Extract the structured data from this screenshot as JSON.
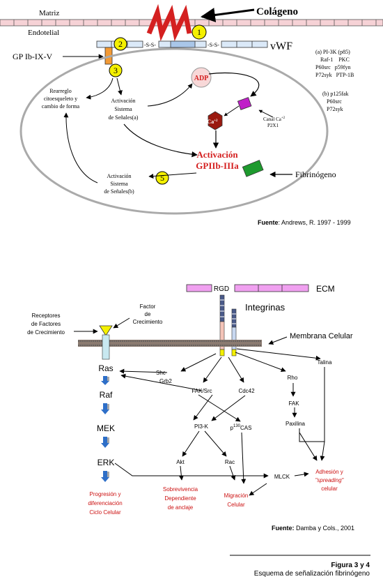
{
  "fig1": {
    "collagen": "Colágeno",
    "matrix_line1": "Matriz",
    "matrix_line2": "Endotelial",
    "vwf": "vWF",
    "ss": "-S-S-",
    "gp_ib": "GP Ib-IX-V",
    "num1": "1",
    "num2": "2",
    "num3": "3",
    "num5": "5",
    "adp": "ADP",
    "ca": "Ca",
    "ca_sup": "+2",
    "canal_line1": "Canal Ca",
    "canal_sup": "+2",
    "canal_line2": "P2X1",
    "fibrinogen": "Fibrinógeno",
    "activation_line1": "Activación",
    "activation_line2": "GPIIb-IIIa",
    "rearreglo": [
      "Rearreglo",
      "citoesqueleto y",
      "cambio de forma"
    ],
    "sig_a": [
      "Activación",
      "Sistema",
      "de Señales(a)"
    ],
    "sig_b": [
      "Activación",
      "Sistema",
      "de Señales(b)"
    ],
    "list_a": [
      "(a) PI-3K (p85)",
      "Raf-1    PKC",
      "P60src   p59fyn",
      "P72syk   PTP-1B"
    ],
    "list_b": [
      "(b) p125fak",
      "P60src",
      "P72syk"
    ],
    "source_label": "Fuente",
    "source_text": ": Andrews, R. 1997 - 1999"
  },
  "fig2": {
    "rgd": "RGD",
    "ecm": "ECM",
    "integrinas": "Integrinas",
    "receptores": [
      "Receptores",
      "de Factores",
      "de Crecimiento"
    ],
    "factor": [
      "Factor",
      "de",
      "Crecimiento"
    ],
    "membrana": "Membrana Celular",
    "ras": "Ras",
    "raf": "Raf",
    "mek": "MEK",
    "erk": "ERK",
    "shc": "Shc",
    "grb2": "Grb2",
    "faksrc": "FAK/Src",
    "cdc42": "Cdc42",
    "rho": "Rho",
    "fak": "FAK",
    "paxilina": "Paxilina",
    "talina": "Talina",
    "pi3k": "PI3-K",
    "p130_p": "p",
    "p130_sup": "130",
    "p130_cas": "CAS",
    "akt": "Akt",
    "rac": "Rac",
    "mlck": "MLCK",
    "progresion": [
      "Progresión y",
      "diferenciación",
      "Ciclo Celular"
    ],
    "sobrevivencia": [
      "Sobrevivencia",
      "Dependiente",
      "de anclaje"
    ],
    "migracion": [
      "Migración",
      "Celular"
    ],
    "adhesion_line1": "Adhesión y",
    "adhesion_line2": "\"spreading\"",
    "adhesion_line3": "celular",
    "source_label": "Fuente:",
    "source_text": " Damba y Cols., 2001"
  },
  "caption": {
    "title": "Figura 3 y 4",
    "subtitle": "Esquema de señalización fibrinógeno"
  }
}
